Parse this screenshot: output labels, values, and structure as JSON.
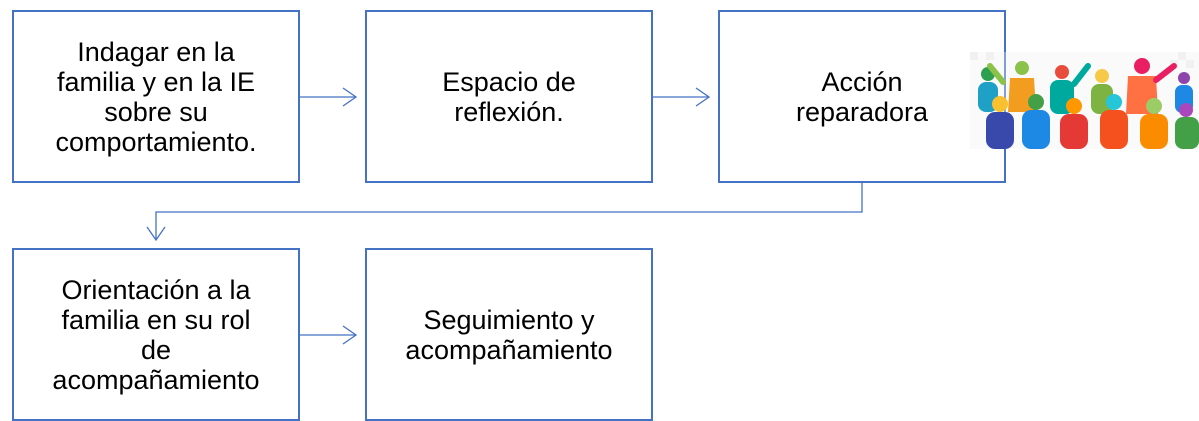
{
  "diagram": {
    "nodes": [
      {
        "id": "indagar",
        "lines": [
          "Indagar en la",
          "familia y en la IE",
          "sobre su",
          "comportamiento."
        ]
      },
      {
        "id": "espacio",
        "lines": [
          "Espacio de",
          "reflexión."
        ]
      },
      {
        "id": "accion",
        "lines": [
          "Acción",
          "reparadora"
        ]
      },
      {
        "id": "orientacion",
        "lines": [
          "Orientación a la",
          "familia en su rol",
          "de",
          "acompañamiento"
        ]
      },
      {
        "id": "seguimiento",
        "lines": [
          "Seguimiento y",
          "acompañamiento"
        ]
      }
    ],
    "edges": [
      {
        "from": "indagar",
        "to": "espacio"
      },
      {
        "from": "espacio",
        "to": "accion"
      },
      {
        "from": "accion",
        "to": "orientacion"
      },
      {
        "from": "orientacion",
        "to": "seguimiento"
      }
    ],
    "colors": {
      "border": "#4472C4",
      "connector": "#4472C4",
      "text": "#000000",
      "background": "#ffffff"
    },
    "illustration": "colorful-crowd-of-people-illustration"
  }
}
